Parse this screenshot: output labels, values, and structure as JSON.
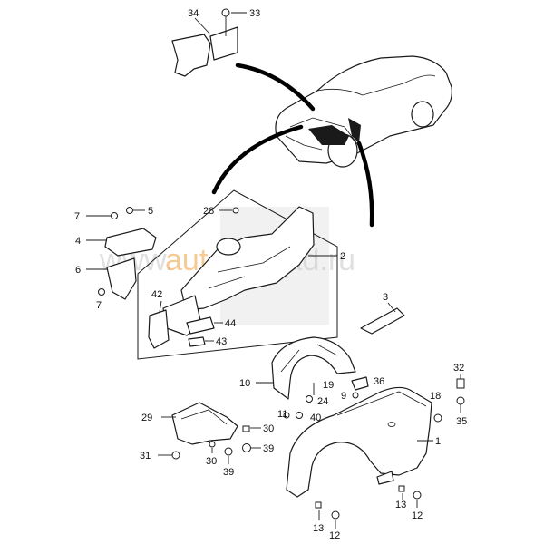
{
  "watermark": {
    "prefix": "www.",
    "accent": "autos",
    "rest": "klad.ru"
  },
  "callouts": {
    "n1": "1",
    "n2": "2",
    "n3": "3",
    "n4": "4",
    "n5": "5",
    "n6": "6",
    "n7a": "7",
    "n7b": "7",
    "n9": "9",
    "n10": "10",
    "n11": "11",
    "n12a": "12",
    "n12b": "12",
    "n13a": "13",
    "n13b": "13",
    "n18": "18",
    "n19": "19",
    "n24": "24",
    "n28": "28",
    "n29": "29",
    "n30a": "30",
    "n30b": "30",
    "n31": "31",
    "n32": "32",
    "n33": "33",
    "n34": "34",
    "n35": "35",
    "n36": "36",
    "n39a": "39",
    "n39b": "39",
    "n40": "40",
    "n42": "42",
    "n43": "43",
    "n44": "44"
  },
  "colors": {
    "ink": "#1a1a1a",
    "watermark_gray": "#c8c8c8",
    "watermark_accent": "#f0a040"
  }
}
